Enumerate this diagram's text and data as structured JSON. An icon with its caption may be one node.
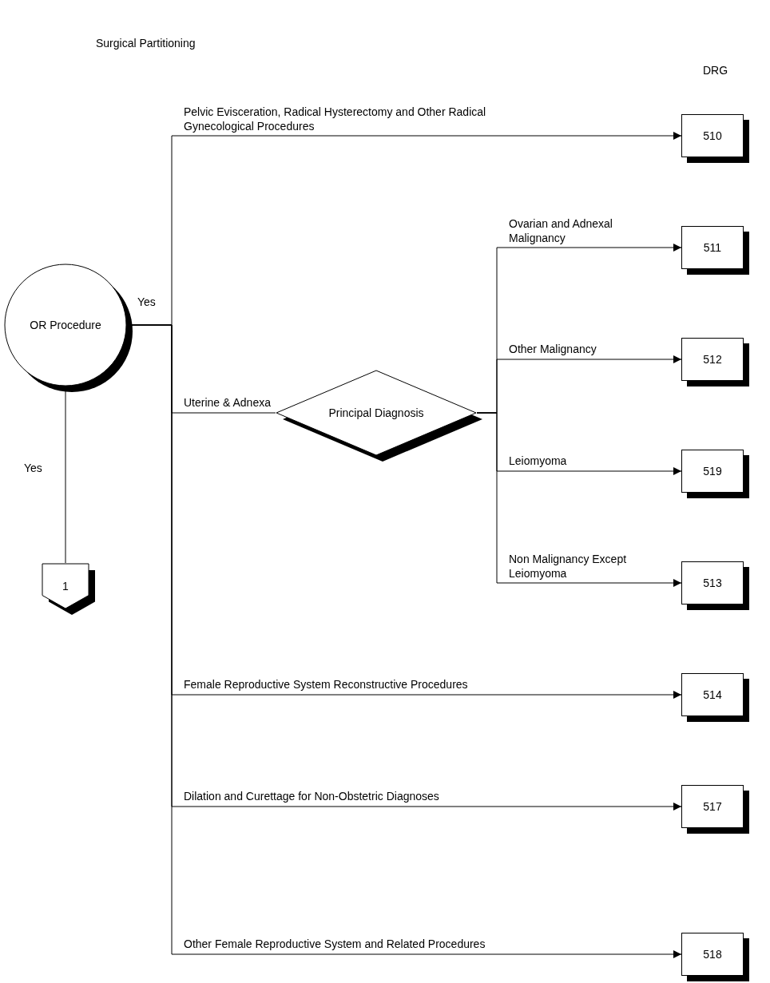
{
  "diagram": {
    "title": "Surgical Partitioning",
    "nodes": [
      {
        "text": [
          "OR Procedure"
        ]
      },
      {
        "text": [
          "1"
        ]
      },
      {
        "text": [
          "Principal Diagnosis"
        ]
      },
      {
        "text": [
          "510"
        ]
      },
      {
        "text": [
          "511"
        ]
      },
      {
        "text": [
          "512"
        ]
      },
      {
        "text": [
          "519"
        ]
      },
      {
        "text": [
          "513"
        ]
      },
      {
        "text": [
          "514"
        ]
      },
      {
        "text": [
          "517"
        ]
      },
      {
        "text": [
          "518"
        ]
      }
    ],
    "edges": [
      {
        "from": 0,
        "to": 1,
        "arrow": "none",
        "label": "Yes"
      },
      {
        "from": 0,
        "to": 3,
        "arrow": "to",
        "label": "Pelvic Evisceration, Radical Hysterectomy and Other Radical Gynecological Procedures"
      },
      {
        "from": 0,
        "to": 2,
        "arrow": "none",
        "label": "Uterine & Adnexa"
      },
      {
        "from": 2,
        "to": 4,
        "arrow": "to",
        "label": "Ovarian and Adnexal Malignancy"
      },
      {
        "from": 2,
        "to": 5,
        "arrow": "to",
        "label": "Other Malignancy"
      },
      {
        "from": 2,
        "to": 6,
        "arrow": "to",
        "label": "Leiomyoma"
      },
      {
        "from": 2,
        "to": 7,
        "arrow": "to",
        "label": "Non Malignancy Except Leiomyoma"
      },
      {
        "from": 0,
        "to": 8,
        "arrow": "to",
        "label": "Female Reproductive System Reconstructive Procedures"
      },
      {
        "from": 0,
        "to": 9,
        "arrow": "to",
        "label": "Dilation and Curettage for Non-Obstetric Diagnoses"
      },
      {
        "from": 0,
        "to": 10,
        "arrow": "to",
        "label": "Other Female Reproductive System and Related Procedures"
      }
    ],
    "labels": [
      "DRG",
      "Yes"
    ]
  }
}
